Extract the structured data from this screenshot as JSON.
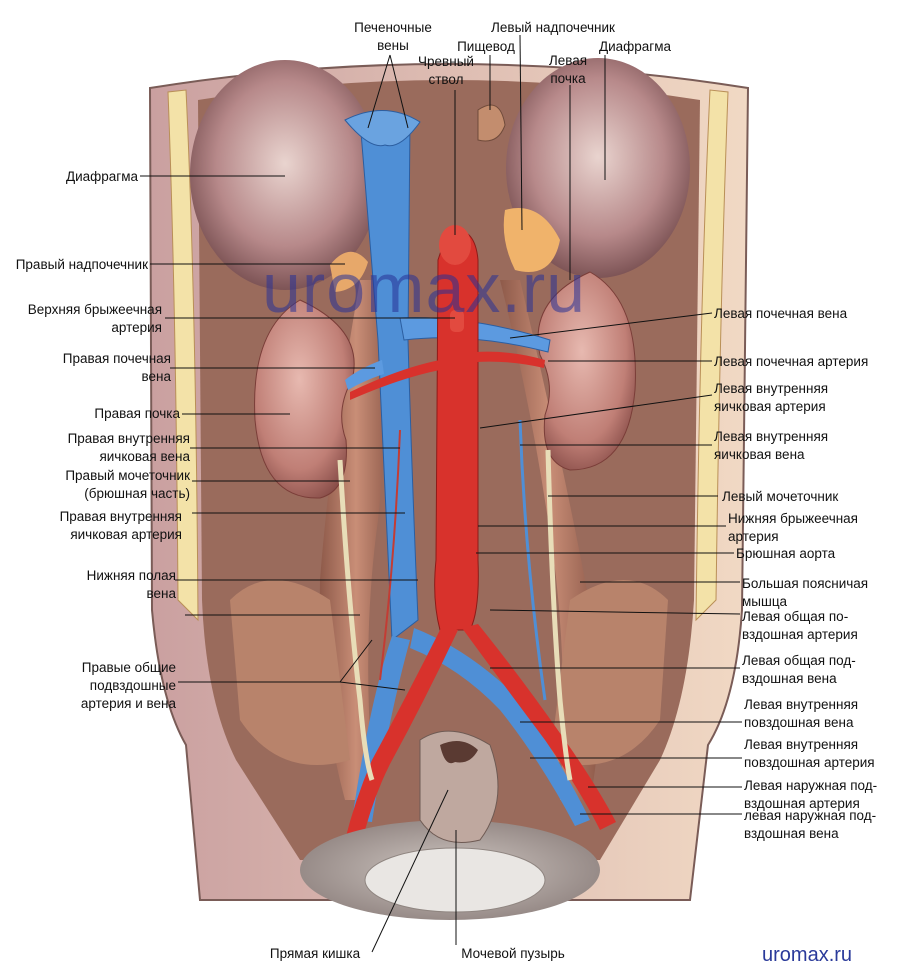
{
  "watermark": {
    "big": "uromax.ru",
    "small": "uromax.ru"
  },
  "labels": {
    "hepatic_veins": [
      "Печеночные",
      "вены"
    ],
    "celiac_trunk": [
      "Чревный",
      "ствол"
    ],
    "esophagus": [
      "Пищевод"
    ],
    "left_adrenal": [
      "Левый надпочечник"
    ],
    "left_kidney_top": [
      "Левая",
      "почка"
    ],
    "diaphragm_right": [
      "Диафрагма"
    ],
    "diaphragm_left": [
      "Диафрагма"
    ],
    "right_adrenal": [
      "Правый надпочечник"
    ],
    "sup_mesenteric": [
      "Верхняя брыжеечная",
      "артерия"
    ],
    "right_renal_vein": [
      "Правая почечная",
      "вена"
    ],
    "right_kidney": [
      "Правая почка"
    ],
    "right_testicular_vein": [
      "Правая внутренняя",
      "яичковая вена"
    ],
    "right_ureter": [
      "Правый мочеточник",
      "(брюшная часть)"
    ],
    "right_testicular_artery": [
      "Правая внутренняя",
      "яичковая артерия"
    ],
    "ivc": [
      "Нижняя полая",
      "вена"
    ],
    "right_common_iliac": [
      "Правые общие",
      "подвздошные",
      "артерия и вена"
    ],
    "rectum": [
      "Прямая кишка"
    ],
    "bladder": [
      "Мочевой пузырь"
    ],
    "left_renal_vein": [
      "Левая почечная вена"
    ],
    "left_renal_artery": [
      "Левая почечная артерия"
    ],
    "left_testicular_artery": [
      "Левая внутренняя",
      "яичковая артерия"
    ],
    "left_testicular_vein": [
      "Левая внутренняя",
      "яичковая вена"
    ],
    "left_ureter": [
      "Левый мочеточник"
    ],
    "inf_mesenteric": [
      "Нижняя брыжеечная",
      "артерия"
    ],
    "abdominal_aorta": [
      "Брюшная аорта"
    ],
    "psoas_major": [
      "Большая поясничая",
      "мышца"
    ],
    "left_common_iliac_artery": [
      "Левая общая по-",
      "вздошная артерия"
    ],
    "left_common_iliac_vein": [
      "Левая общая под-",
      "вздошная вена"
    ],
    "left_internal_iliac_vein": [
      "Левая внутренняя",
      "повздошная вена"
    ],
    "left_internal_iliac_artery": [
      "Левая внутренняя",
      "повздошная артерия"
    ],
    "left_external_iliac_artery": [
      "Левая наружная под-",
      "вздошная артерия"
    ],
    "left_external_iliac_vein": [
      "левая наружная под-",
      "вздошная вена"
    ]
  },
  "colors": {
    "artery": "#d8322c",
    "vein": "#4f8fd6",
    "muscle": "#b87a64",
    "fat": "#f3e2a8"
  }
}
